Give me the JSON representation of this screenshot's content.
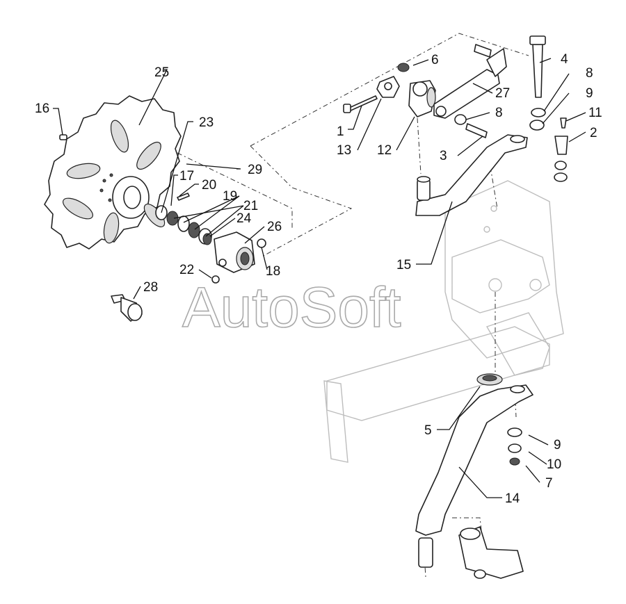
{
  "watermark": "AutoSoft",
  "callouts": {
    "c1": "1",
    "c2": "2",
    "c3": "3",
    "c4": "4",
    "c5": "5",
    "c6": "6",
    "c7": "7",
    "c8a": "8",
    "c8b": "8",
    "c9a": "9",
    "c9b": "9",
    "c10": "10",
    "c11": "11",
    "c12": "12",
    "c13": "13",
    "c14": "14",
    "c15": "15",
    "c16": "16",
    "c17": "17",
    "c18": "18",
    "c19": "19",
    "c20": "20",
    "c21": "21",
    "c22": "22",
    "c23": "23",
    "c24": "24",
    "c25": "25",
    "c26": "26",
    "c27": "27",
    "c28": "28",
    "c29": "29"
  }
}
